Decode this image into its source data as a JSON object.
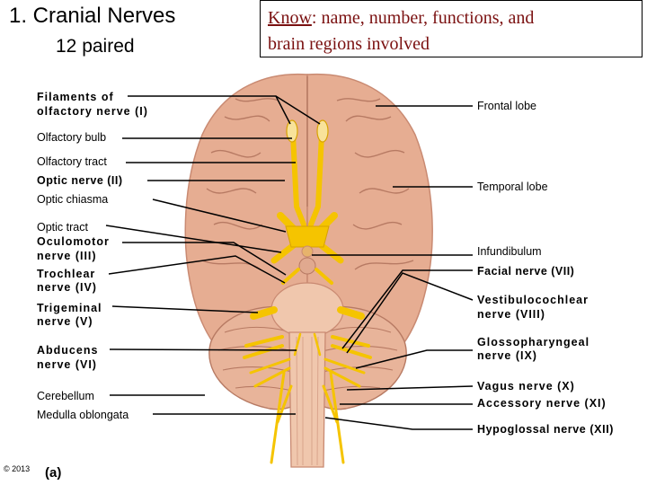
{
  "header": {
    "title": "1.  Cranial Nerves",
    "subtitle": "12 paired"
  },
  "know_box": {
    "keyword": "Know",
    "line1_rest": ": name, number, functions, and",
    "line2": "brain regions involved"
  },
  "labels_left": {
    "filaments_1": "Filaments of",
    "filaments_2": "olfactory nerve (I)",
    "olfactory_bulb": "Olfactory bulb",
    "olfactory_tract": "Olfactory tract",
    "optic_nerve": "Optic nerve (II)",
    "optic_chiasma": "Optic chiasma",
    "optic_tract": "Optic tract",
    "oculomotor_1": "Oculomotor",
    "oculomotor_2": "nerve (III)",
    "trochlear_1": "Trochlear",
    "trochlear_2": "nerve (IV)",
    "trigeminal_1": "Trigeminal",
    "trigeminal_2": "nerve (V)",
    "abducens_1": "Abducens",
    "abducens_2": "nerve (VI)",
    "cerebellum": "Cerebellum",
    "medulla": "Medulla oblongata"
  },
  "labels_right": {
    "frontal_lobe": "Frontal lobe",
    "temporal_lobe": "Temporal lobe",
    "infundibulum": "Infundibulum",
    "facial": "Facial nerve (VII)",
    "vestibulo_1": "Vestibulocochlear",
    "vestibulo_2": "nerve (VIII)",
    "glosso_1": "Glossopharyngeal",
    "glosso_2": "nerve (IX)",
    "vagus": "Vagus nerve (X)",
    "accessory": "Accessory nerve (XI)",
    "hypoglossal": "Hypoglossal nerve (XII)"
  },
  "footer": {
    "copyright": "© 2013",
    "panel": "(a)"
  },
  "colors": {
    "brain": "#e6ad92",
    "brain_dark": "#c98a72",
    "gyri": "#b77a63",
    "nerve": "#f5c400",
    "nerve_dark": "#d8a200",
    "brainstem": "#f0c7ad",
    "know_text": "#7a1010"
  }
}
